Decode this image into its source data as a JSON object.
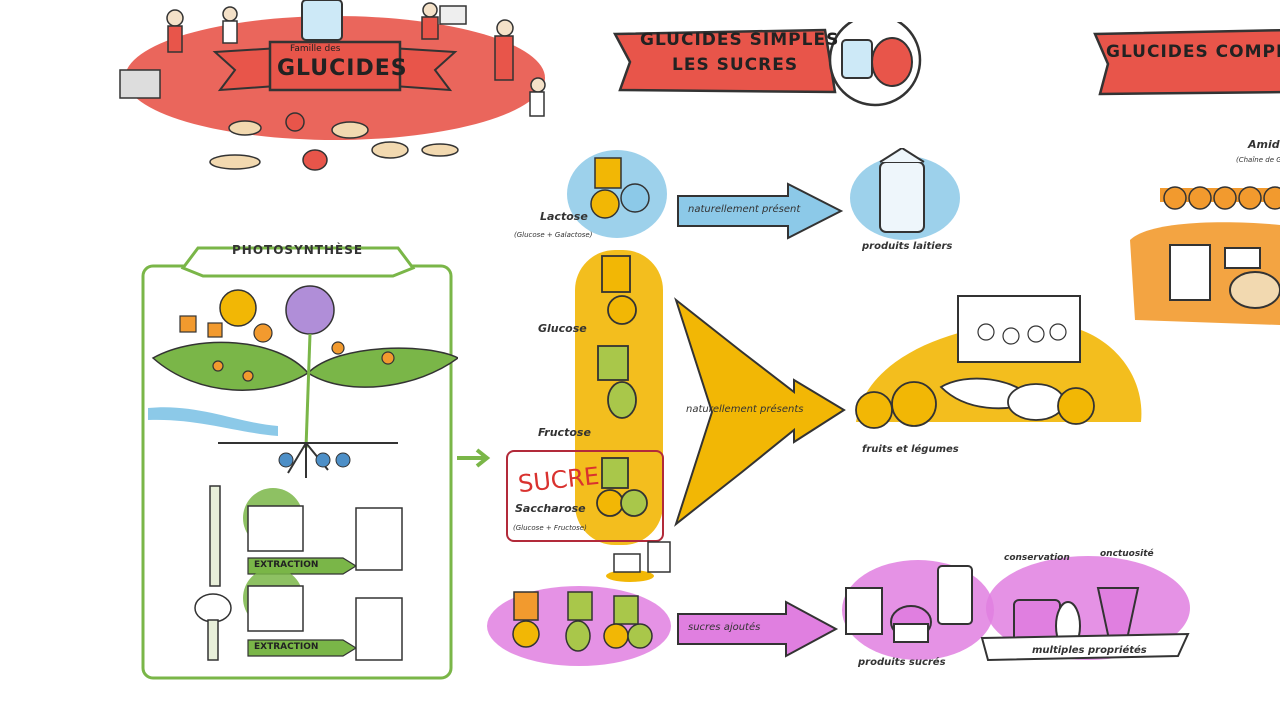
{
  "header": {
    "famille_label": "Famille des",
    "glucides_title": "GLUCIDES",
    "simples_line1": "GLUCIDES SIMPLES",
    "simples_line2": "LES SUCRES",
    "complexes": "GLUCIDES COMPLEXES"
  },
  "photosynthese": {
    "title": "PHOTOSYNTHÈSE",
    "extraction_1": "EXTRACTION",
    "extraction_2": "EXTRACTION"
  },
  "sugars": {
    "lactose": "Lactose",
    "lactose_sub": "(Glucose + Galactose)",
    "glucose": "Glucose",
    "fructose": "Fructose",
    "sucre": "SUCRE",
    "saccharose": "Saccharose",
    "saccharose_sub": "(Glucose + Fructose)"
  },
  "arrows": {
    "lait": "naturellement présent",
    "fruits": "naturellement présents",
    "ajoutes": "sucres ajoutés"
  },
  "destinations": {
    "laitiers": "produits laitiers",
    "fruits": "fruits et légumes",
    "sucres": "produits sucrés",
    "multiples": "multiples propriétés",
    "conservation": "conservation",
    "onctuosite": "onctuosité"
  },
  "complexes_side": {
    "amidon": "Amidon",
    "amidon_sub": "(Chaîne de Glucose)"
  },
  "colors": {
    "red": "#e8554a",
    "yellow": "#f2b705",
    "blue": "#8cc9e8",
    "pink": "#e07fe0",
    "green": "#7ab648",
    "orange": "#f29a2e"
  }
}
